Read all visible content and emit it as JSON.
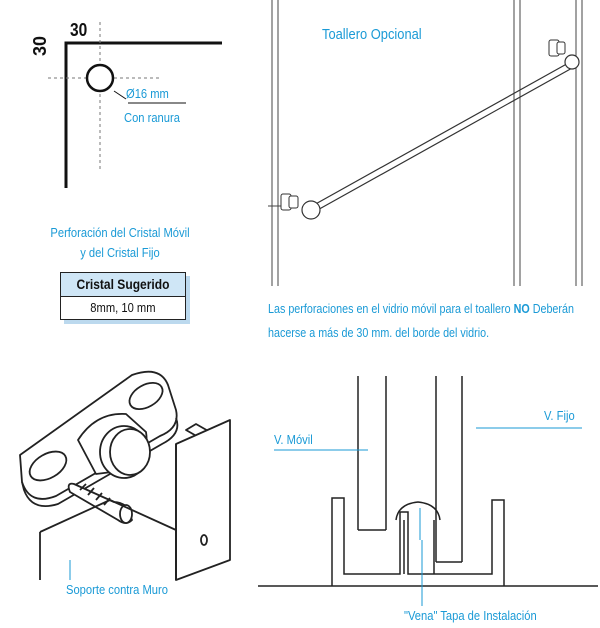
{
  "hole_detail": {
    "dim_horizontal": "30",
    "dim_vertical": "30",
    "diameter": "Ø16 mm",
    "groove": "Con  ranura"
  },
  "perforation_caption": {
    "line1": "Perforación del Cristal Móvil",
    "line2": "y del Cristal Fijo"
  },
  "suggested_glass": {
    "title": "Cristal Sugerido",
    "value": "8mm, 10 mm"
  },
  "towel_bar": {
    "label": "Toallero Opcional"
  },
  "note": {
    "part1": "Las perforaciones en el vidrio móvil para el toallero ",
    "emphasis": "NO",
    "part2": " Deberán",
    "line2": "hacerse a más de 30 mm. del borde del vidrio."
  },
  "wall_mount": {
    "label": "Soporte contra Muro"
  },
  "section": {
    "movable_label": "V. Móvil",
    "fixed_label": "V. Fijo",
    "cap_label": "\"Vena\" Tapa de Instalación"
  },
  "colors": {
    "accent": "#1a9ad6",
    "box_fill": "#cfe6f6",
    "line": "#222222"
  }
}
